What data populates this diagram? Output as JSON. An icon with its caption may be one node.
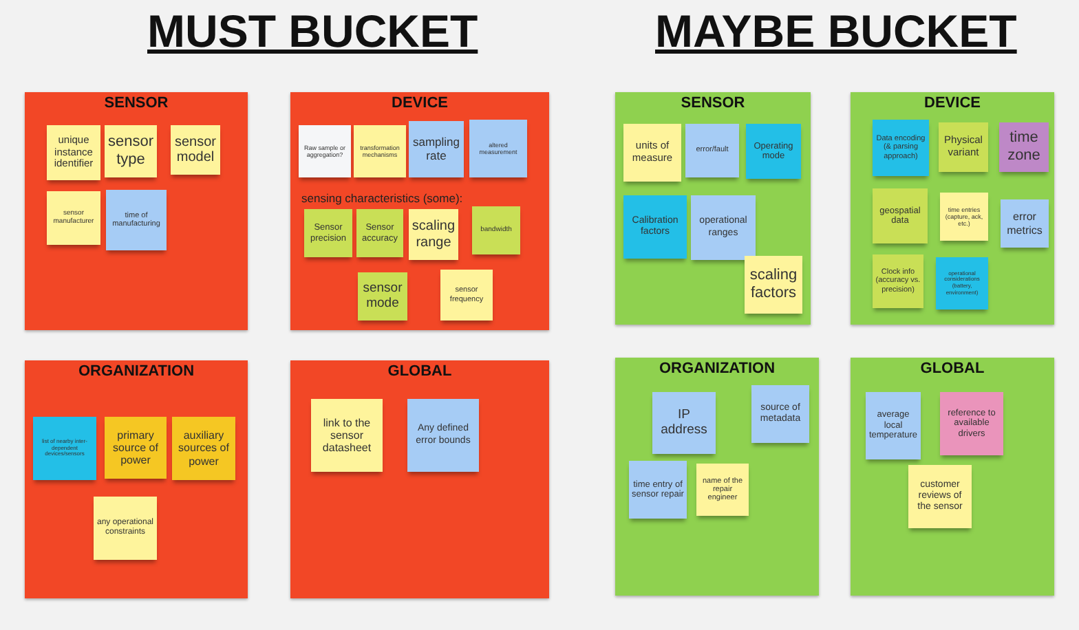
{
  "diagram": {
    "nodes": [
      {
        "text": [
          "SENSOR"
        ]
      },
      {
        "text": [
          "unique instance identifier"
        ],
        "in": 0
      },
      {
        "text": [
          "sensor type"
        ],
        "in": 0
      },
      {
        "text": [
          "sensor model"
        ],
        "in": 0
      },
      {
        "text": [
          "sensor manufacturer"
        ],
        "in": 0
      },
      {
        "text": [
          "time of manufacturing"
        ],
        "in": 0
      },
      {
        "text": [
          "DEVICE"
        ]
      },
      {
        "text": [
          "Raw sample or aggregation?"
        ],
        "in": 6
      },
      {
        "text": [
          "transformation mechanisms"
        ],
        "in": 6
      },
      {
        "text": [
          "sampling rate"
        ],
        "in": 6
      },
      {
        "text": [
          "altered measurement"
        ],
        "in": 6
      },
      {
        "text": [
          "Sensor precision"
        ],
        "in": 6
      },
      {
        "text": [
          "Sensor accuracy"
        ],
        "in": 6
      },
      {
        "text": [
          "scaling range"
        ],
        "in": 6
      },
      {
        "text": [
          "bandwidth"
        ],
        "in": 6
      },
      {
        "text": [
          "sensor mode"
        ],
        "in": 6
      },
      {
        "text": [
          "sensor frequency"
        ],
        "in": 6
      },
      {
        "text": [
          "SENSOR"
        ]
      },
      {
        "text": [
          "units of measure"
        ],
        "in": 17
      },
      {
        "text": [
          "error/fault"
        ],
        "in": 17
      },
      {
        "text": [
          "Operating mode"
        ],
        "in": 17
      },
      {
        "text": [
          "Calibration factors"
        ],
        "in": 17
      },
      {
        "text": [
          "operational ranges"
        ],
        "in": 17
      },
      {
        "text": [
          "scaling factors"
        ],
        "in": 17
      },
      {
        "text": [
          "DEVICE"
        ]
      },
      {
        "text": [
          "Data encoding (& parsing approach)"
        ],
        "in": 24
      },
      {
        "text": [
          "Physical variant"
        ],
        "in": 24
      },
      {
        "text": [
          "time zone"
        ],
        "in": 24
      },
      {
        "text": [
          "geospatial data"
        ],
        "in": 24
      },
      {
        "text": [
          "time entries (capture, ack, etc.)"
        ],
        "in": 24
      },
      {
        "text": [
          "error metrics"
        ],
        "in": 24
      },
      {
        "text": [
          "Clock info (accuracy vs. precision)"
        ],
        "in": 24
      },
      {
        "text": [
          "operational considerations (battery, environment)"
        ],
        "in": 24
      },
      {
        "text": [
          "ORGANIZATION"
        ]
      },
      {
        "text": [
          "list of nearby inter-dependent devices/sensors"
        ],
        "in": 33
      },
      {
        "text": [
          "primary source of power"
        ],
        "in": 33
      },
      {
        "text": [
          "auxiliary sources of power"
        ],
        "in": 33
      },
      {
        "text": [
          "any operational constraints"
        ],
        "in": 33
      },
      {
        "text": [
          "GLOBAL"
        ]
      },
      {
        "text": [
          "link to the sensor datasheet"
        ],
        "in": 38
      },
      {
        "text": [
          "Any defined error bounds"
        ],
        "in": 38
      },
      {
        "text": [
          "ORGANIZATION"
        ]
      },
      {
        "text": [
          "IP address"
        ],
        "in": 41
      },
      {
        "text": [
          "source of metadata"
        ],
        "in": 41
      },
      {
        "text": [
          "time entry of sensor repair"
        ],
        "in": 41
      },
      {
        "text": [
          "name of the repair engineer"
        ],
        "in": 41
      },
      {
        "text": [
          "GLOBAL"
        ]
      },
      {
        "text": [
          "average local temperature"
        ],
        "in": 46
      },
      {
        "text": [
          "reference to available drivers"
        ],
        "in": 46
      },
      {
        "text": [
          "customer reviews of the sensor"
        ],
        "in": 46
      }
    ],
    "labels": [
      "MUST BUCKET",
      "MAYBE BUCKET",
      "sensing characteristics (some):"
    ]
  }
}
